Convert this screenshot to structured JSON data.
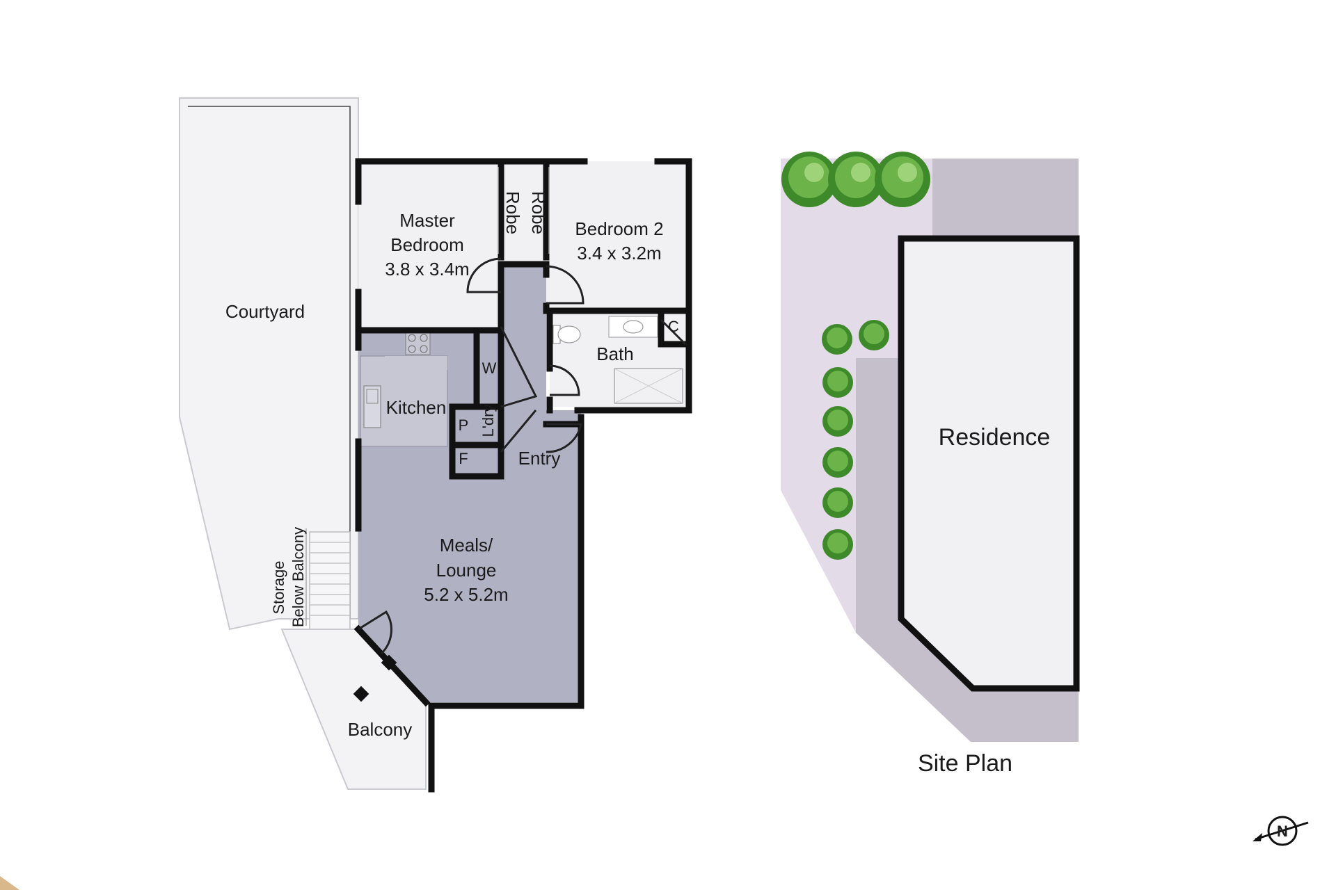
{
  "floor_plan": {
    "rooms": {
      "courtyard": "Courtyard",
      "master_bedroom": [
        "Master",
        "Bedroom",
        "3.8 x 3.4m"
      ],
      "robe_1": "Robe",
      "robe_2": "Robe",
      "bedroom_2": [
        "Bedroom 2",
        "3.4 x 3.2m"
      ],
      "bath": "Bath",
      "c": "C",
      "w": "W",
      "kitchen": "Kitchen",
      "laundry": "L'dry",
      "p": "P",
      "f": "F",
      "entry": "Entry",
      "meals_lounge": [
        "Meals/",
        "Lounge",
        "5.2 x 5.2m"
      ],
      "storage": [
        "Storage",
        "Below Balcony"
      ],
      "balcony": "Balcony"
    },
    "colors": {
      "living_fill": "#b0b1c3",
      "room_fill": "#f1f1f4",
      "outdoor_fill": "#f3f3f6",
      "site_path": "#c4bfca",
      "site_garden": "#e3dbe8",
      "wall": "#111111",
      "accent_corner": "#d9b98c"
    }
  },
  "site_plan": {
    "title": "Site Plan",
    "residence": "Residence"
  },
  "compass": {
    "label": "N",
    "icon": "north-arrow-icon"
  }
}
